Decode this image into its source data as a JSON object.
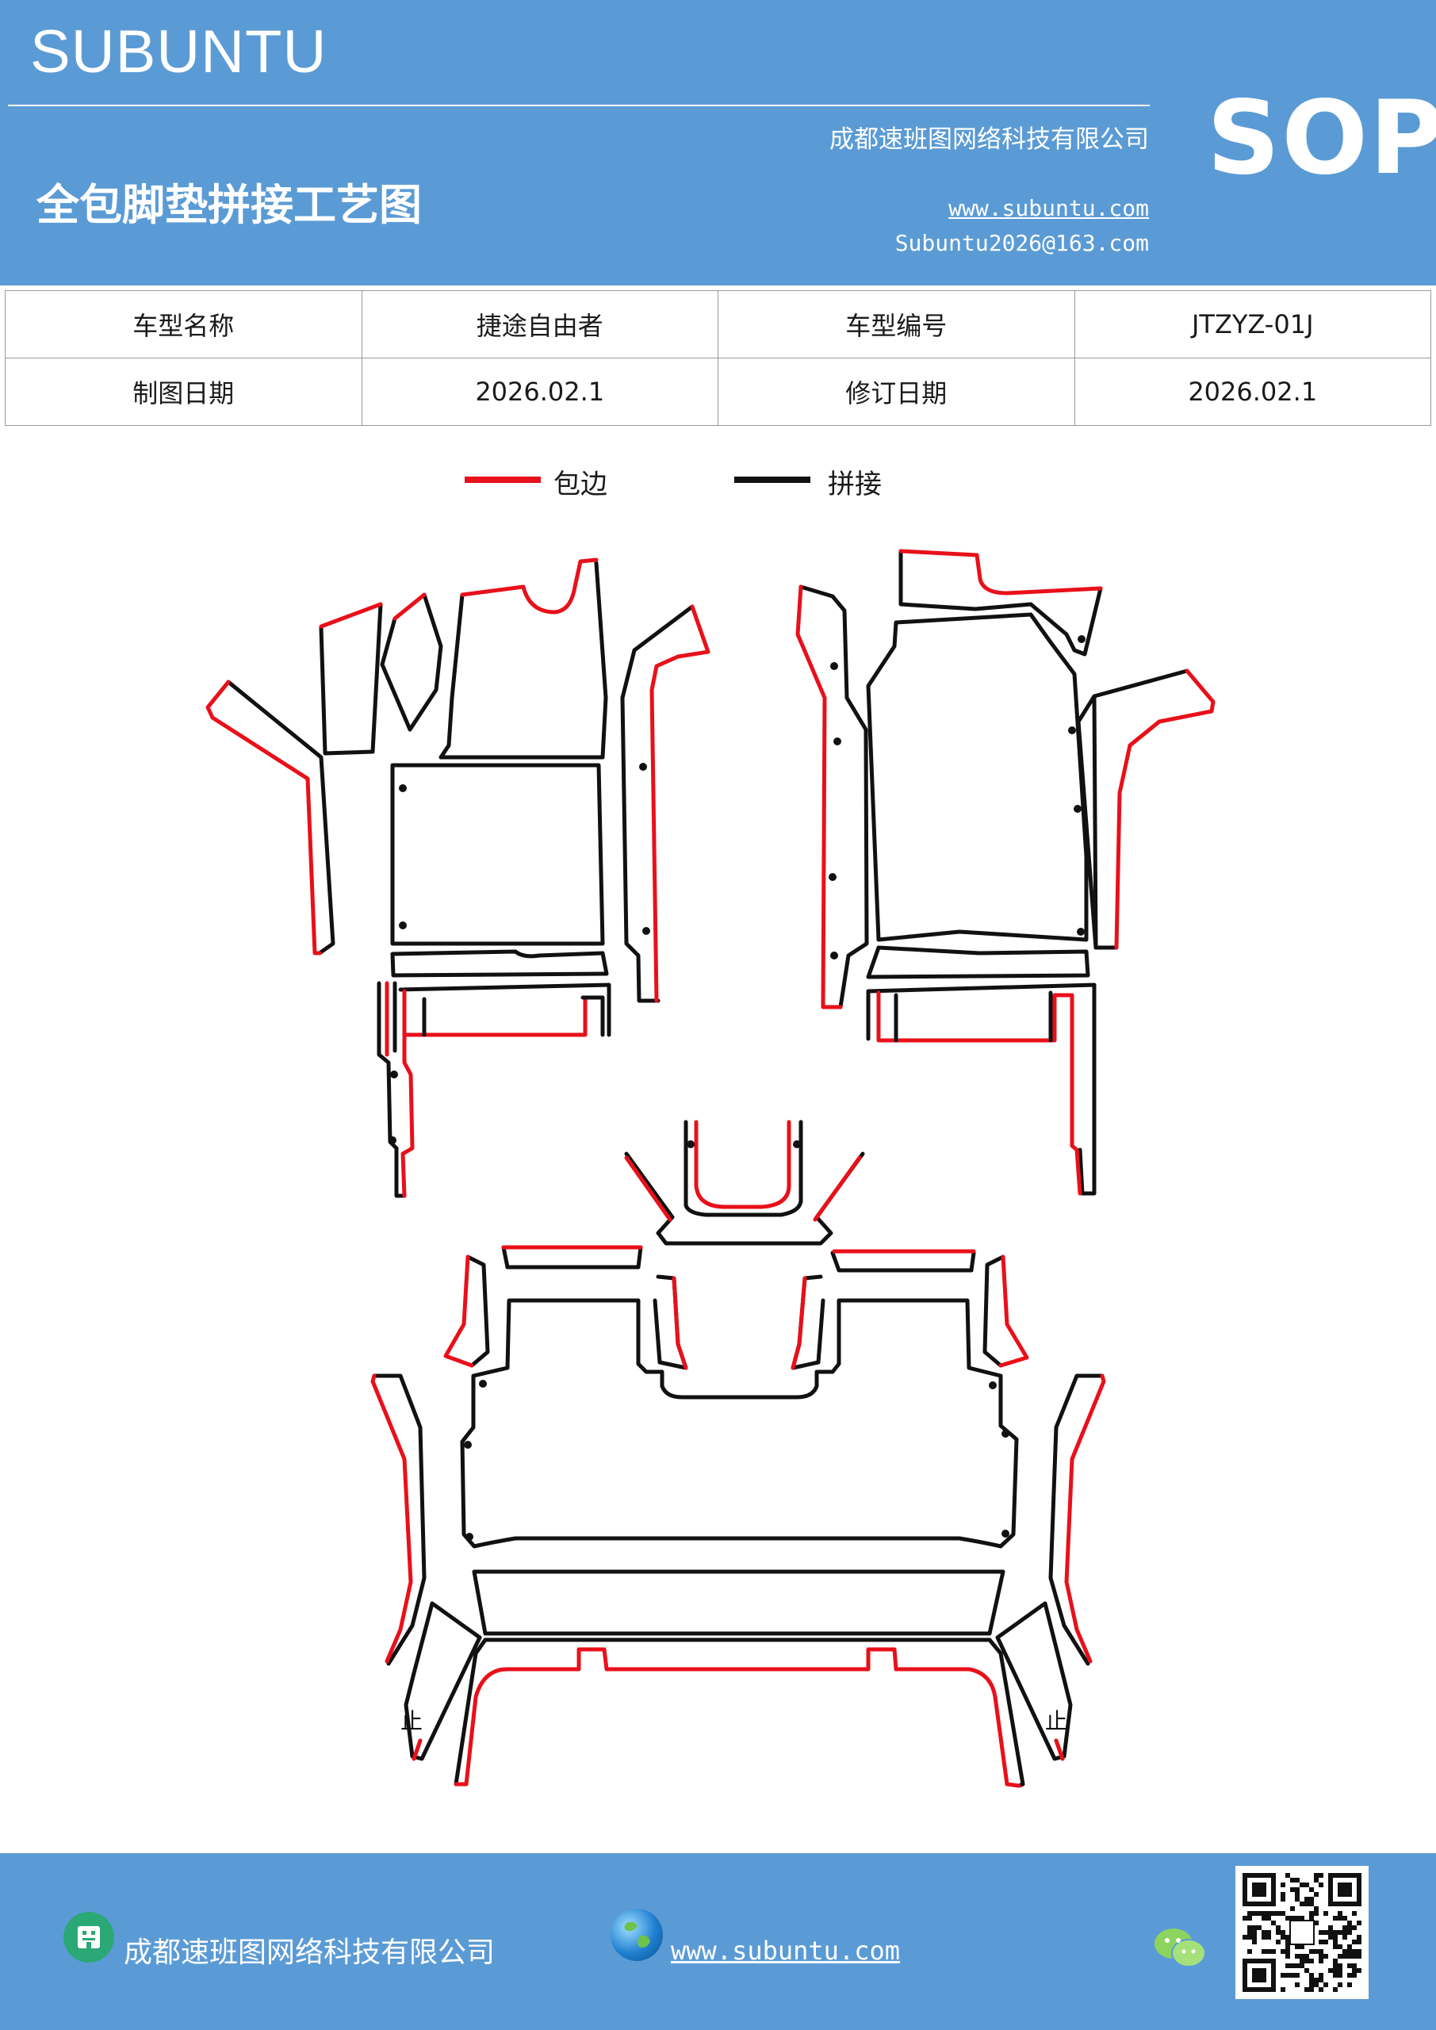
{
  "header": {
    "brand": "SUBUNTU",
    "company": "成都速班图网络科技有限公司",
    "title": "全包脚垫拼接工艺图",
    "website": "www.subuntu.com",
    "email": "Subuntu2026@163.com",
    "badge": "SOP",
    "background": "#5b9bd5"
  },
  "info_table": {
    "rows": [
      {
        "label1": "车型名称",
        "value1": "捷途自由者",
        "label2": "车型编号",
        "value2": "JTZYZ-01J"
      },
      {
        "label1": "制图日期",
        "value1": "2026.02.1",
        "label2": "修订日期",
        "value2": "2026.02.1"
      }
    ]
  },
  "legend": [
    {
      "label": "包边",
      "color": "#e8101a"
    },
    {
      "label": "拼接",
      "color": "#111111"
    }
  ],
  "footer": {
    "company": "成都速班图网络科技有限公司",
    "website": "www.subuntu.com ",
    "icons": [
      "building-icon",
      "globe-icon",
      "wechat-icon",
      "qr-code"
    ]
  }
}
